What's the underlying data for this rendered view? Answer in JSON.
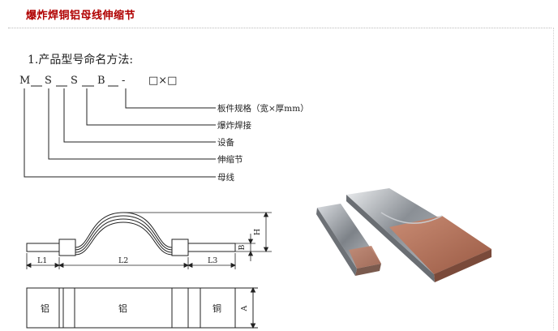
{
  "title": "爆炸焊铜铝母线伸缩节",
  "naming": {
    "heading": "1.产品型号命名方法:",
    "code": [
      "M",
      "S",
      "S",
      "B",
      "-",
      "□×□"
    ],
    "legend": [
      "板件规格（宽×厚mm）",
      "爆炸焊接",
      "设备",
      "伸缩节",
      "母线"
    ]
  },
  "dimensions": {
    "L1": "L1",
    "L2": "L2",
    "L3": "L3",
    "H": "H",
    "B": "B",
    "A": "A"
  },
  "plan_view": {
    "cells": [
      "铝",
      "铝",
      "铜"
    ]
  },
  "colors": {
    "title": "#b00000",
    "line": "#222222",
    "copper": "#b0705a",
    "aluminum": "#9ea3a8"
  }
}
